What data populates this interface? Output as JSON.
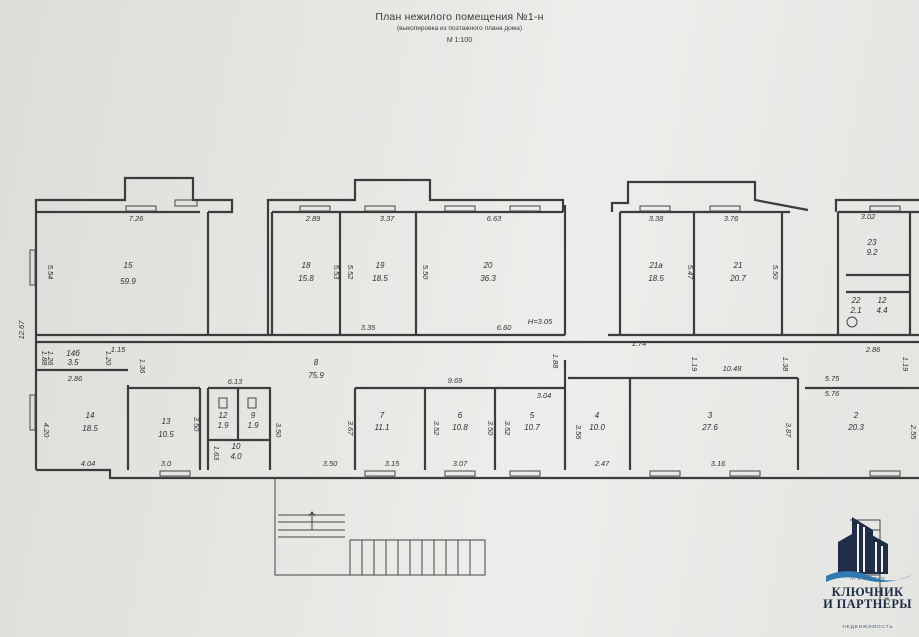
{
  "header": {
    "title": "План нежилого помещения №1-н",
    "subtitle": "(выкопировка из поэтажного плана дома)",
    "scale": "М 1:100"
  },
  "rooms": [
    {
      "num": "15",
      "area": "59.9"
    },
    {
      "num": "18",
      "area": "15.8"
    },
    {
      "num": "19",
      "area": "18.5"
    },
    {
      "num": "20",
      "area": "36.3"
    },
    {
      "num": "21a",
      "area": "18.5"
    },
    {
      "num": "21",
      "area": "20.7"
    },
    {
      "num": "23",
      "area": "9.2"
    },
    {
      "num": "22",
      "area": "2.1"
    },
    {
      "num": "12",
      "area": "4.4"
    },
    {
      "num": "14б",
      "area": "3.5"
    },
    {
      "num": "8",
      "area": "75.9"
    },
    {
      "num": "14",
      "area": "18.5"
    },
    {
      "num": "13",
      "area": "10.5"
    },
    {
      "num": "12",
      "area": "1.9"
    },
    {
      "num": "9",
      "area": "1.9"
    },
    {
      "num": "10",
      "area": "4.0"
    },
    {
      "num": "7",
      "area": "11.1"
    },
    {
      "num": "6",
      "area": "10.8"
    },
    {
      "num": "5",
      "area": "10.7"
    },
    {
      "num": "4",
      "area": "10.0"
    },
    {
      "num": "3",
      "area": "27.6"
    },
    {
      "num": "2",
      "area": "20.3"
    }
  ],
  "dimensions": [
    "7.26",
    "2.89",
    "3.37",
    "6.63",
    "3.38",
    "3.76",
    "3.02",
    "5.54",
    "5.53",
    "5.52",
    "5.50",
    "5.47",
    "5.50",
    "3.35",
    "6.60",
    "H=3.05",
    "12.67",
    "1.88",
    "1.15",
    "1.26",
    "1.20",
    "2.86",
    "1.36",
    "6.13",
    "9.69",
    "1.88",
    "1.74",
    "1.19",
    "10.48",
    "1.38",
    "2.86",
    "1.19",
    "5.75",
    "5.76",
    "3.04",
    "4.20",
    "4.04",
    "3.50",
    "3.0",
    "1.63",
    "3.50",
    "3.67",
    "3.52",
    "3.50",
    "3.52",
    "3.56",
    "3.87",
    "2.55",
    "3.15",
    "3.07",
    "2.47",
    "3.16",
    "3.50"
  ],
  "logo": {
    "top": "АГЕНТСТВО",
    "line1": "КЛЮЧНИК",
    "line2": "И ПАРТНЁРЫ",
    "bottom": "НЕДВИЖИМОСТЬ",
    "color": "#1f2e48",
    "accent": "#2f7bb3"
  }
}
